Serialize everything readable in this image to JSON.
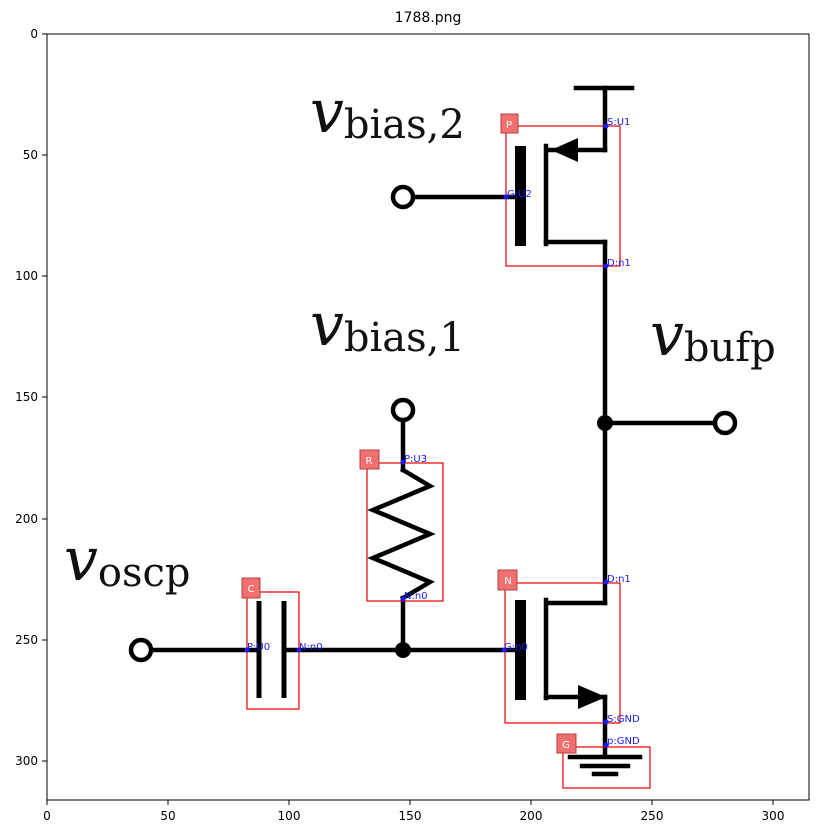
{
  "figure": {
    "title": "1788.png"
  },
  "axes": {
    "x_ticks": [
      "0",
      "50",
      "100",
      "150",
      "200",
      "250",
      "300"
    ],
    "y_ticks": [
      "0",
      "50",
      "100",
      "150",
      "200",
      "250",
      "300"
    ]
  },
  "labels": {
    "vbias2_main": "v",
    "vbias2_sub": "bias,2",
    "vbias1_main": "v",
    "vbias1_sub": "bias,1",
    "vbufp_main": "v",
    "vbufp_sub": "bufp",
    "voscp_main": "v",
    "voscp_sub": "oscp"
  },
  "components": {
    "P": {
      "tag": "P",
      "pins": [
        "S:U1",
        "G:U2",
        "D:n1"
      ]
    },
    "R": {
      "tag": "R",
      "pins": [
        "P:U3",
        "N:n0"
      ]
    },
    "C": {
      "tag": "C",
      "pins": [
        "P:U0",
        "N:n0"
      ]
    },
    "N": {
      "tag": "N",
      "pins": [
        "D:n1",
        "G:n0",
        "S:GND"
      ]
    },
    "G": {
      "tag": "G",
      "pins": [
        "p:GND"
      ]
    }
  },
  "colors": {
    "wire": "#000000",
    "bbox": "#e60000",
    "pin_label": "#1a1aff",
    "tag_fill": "#f07070"
  }
}
